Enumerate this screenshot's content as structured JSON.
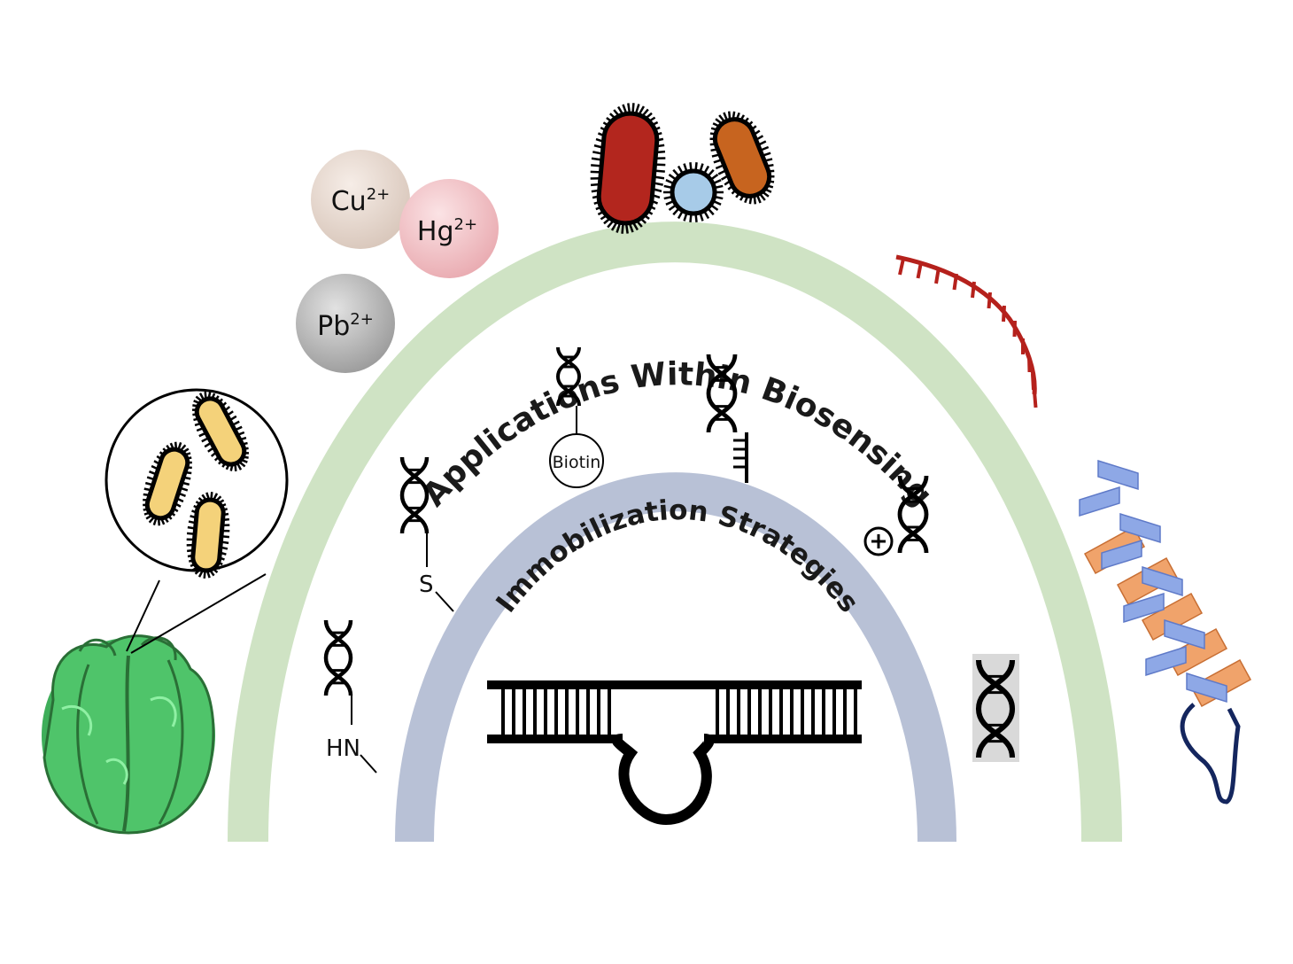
{
  "outer_arc": {
    "label": "Applications Within Biosensing",
    "color": "#cfe3c4"
  },
  "inner_arc": {
    "label": "Immobilization Strategies",
    "color": "#b8c1d6"
  },
  "ions": [
    {
      "base": "Cu",
      "charge": "2+",
      "color": "#e6d6cc"
    },
    {
      "base": "Hg",
      "charge": "2+",
      "color": "#f2c8cc"
    },
    {
      "base": "Pb",
      "charge": "2+",
      "color": "#bdbdbd"
    }
  ],
  "linkers": {
    "biotin": "Biotin",
    "thiol": "S",
    "amine": "HN"
  },
  "colors": {
    "bacteria_red": "#b3261e",
    "bacteria_blue": "#a7cbe8",
    "bacteria_orange": "#c7641f",
    "bacteria_yellow": "#f4d27a",
    "aptamer_red": "#b5211c",
    "lettuce_green": "#4fc46a",
    "helix_blue": "#8ea8e6",
    "helix_orange": "#f0a36b",
    "protein_navy": "#14265e"
  },
  "icons": [
    "lettuce-icon",
    "magnifier-circle-icon",
    "bacteria-icon",
    "metal-ion-icon",
    "aptamer-strand-icon",
    "protein-helix-icon",
    "dna-icon",
    "hairpin-icon",
    "plus-charge-icon"
  ]
}
